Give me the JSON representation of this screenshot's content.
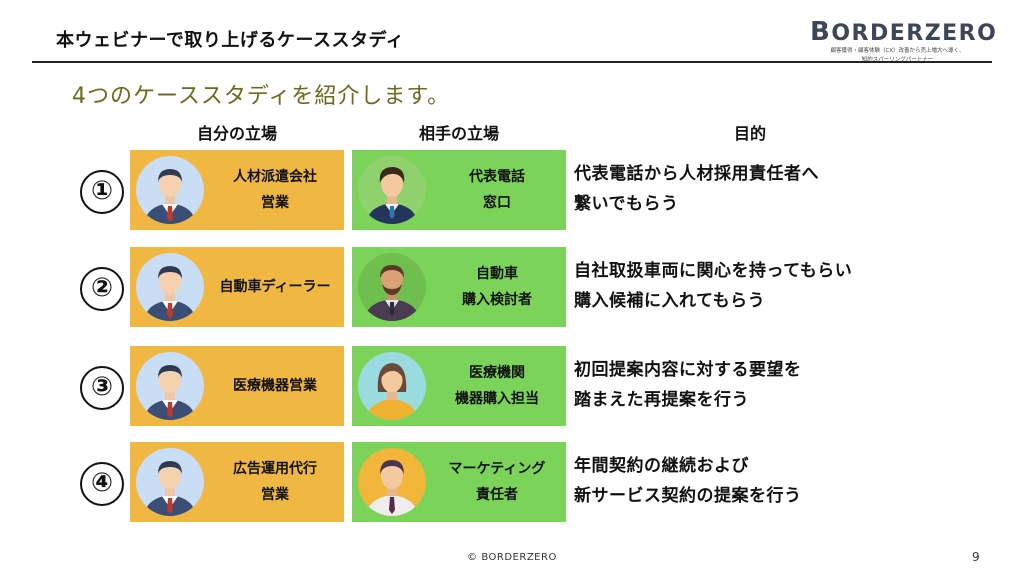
{
  "header": {
    "title": "本ウェビナーで取り上げるケーススタディ"
  },
  "logo": {
    "first": "B",
    "rest": "ORDERZERO",
    "tagline_1": "顧客獲得・顧客体験（CX）改善から売上増大へ導く、",
    "tagline_2": "知的スパーリングパートナー"
  },
  "lead": "4つのケーススタディを紹介します。",
  "columns": {
    "self": "自分の立場",
    "partner": "相手の立場",
    "purpose": "目的"
  },
  "rows": [
    {
      "num": "①",
      "self": "人材派遣会社\n営業",
      "partner": "代表電話\n窓口",
      "purpose": "代表電話から人材採用責任者へ\n繋いでもらう"
    },
    {
      "num": "②",
      "self": "自動車ディーラー",
      "partner": "自動車\n購入検討者",
      "purpose": "自社取扱車両に関心を持ってもらい\n購入候補に入れてもらう"
    },
    {
      "num": "③",
      "self": "医療機器営業",
      "partner": "医療機関\n機器購入担当",
      "purpose": "初回提案内容に対する要望を\n踏まえた再提案を行う"
    },
    {
      "num": "④",
      "self": "広告運用代行\n営業",
      "partner": "マーケティング\n責任者",
      "purpose": "年間契約の継続および\n新サービス契約の提案を行う"
    }
  ],
  "footer": {
    "copyright": "© BORDERZERO",
    "page": "9"
  },
  "colors": {
    "self_card": "#f0b842",
    "partner_card": "#7cd35a",
    "lead_text": "#6b6b1e",
    "logo": "#3d4656"
  },
  "icons": {
    "self": "businessman-avatar-icon",
    "partners": [
      "young-man-avatar-icon",
      "bearded-man-avatar-icon",
      "woman-avatar-icon",
      "manager-avatar-icon"
    ]
  }
}
